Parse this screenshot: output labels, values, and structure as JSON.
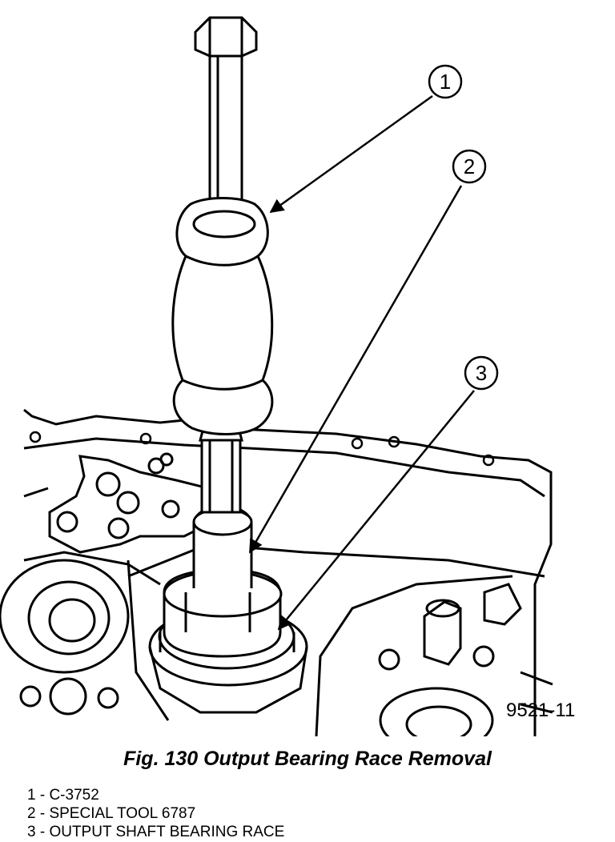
{
  "callouts": [
    {
      "number": "1"
    },
    {
      "number": "2"
    },
    {
      "number": "3"
    }
  ],
  "drawing_id": "9521-11",
  "caption": "Fig. 130 Output Bearing Race Removal",
  "legend": [
    {
      "text": "1 - C-3752"
    },
    {
      "text": "2 - SPECIAL TOOL 6787"
    },
    {
      "text": "3 - OUTPUT SHAFT BEARING RACE"
    }
  ],
  "colors": {
    "ink": "#000000",
    "paper": "#ffffff"
  }
}
